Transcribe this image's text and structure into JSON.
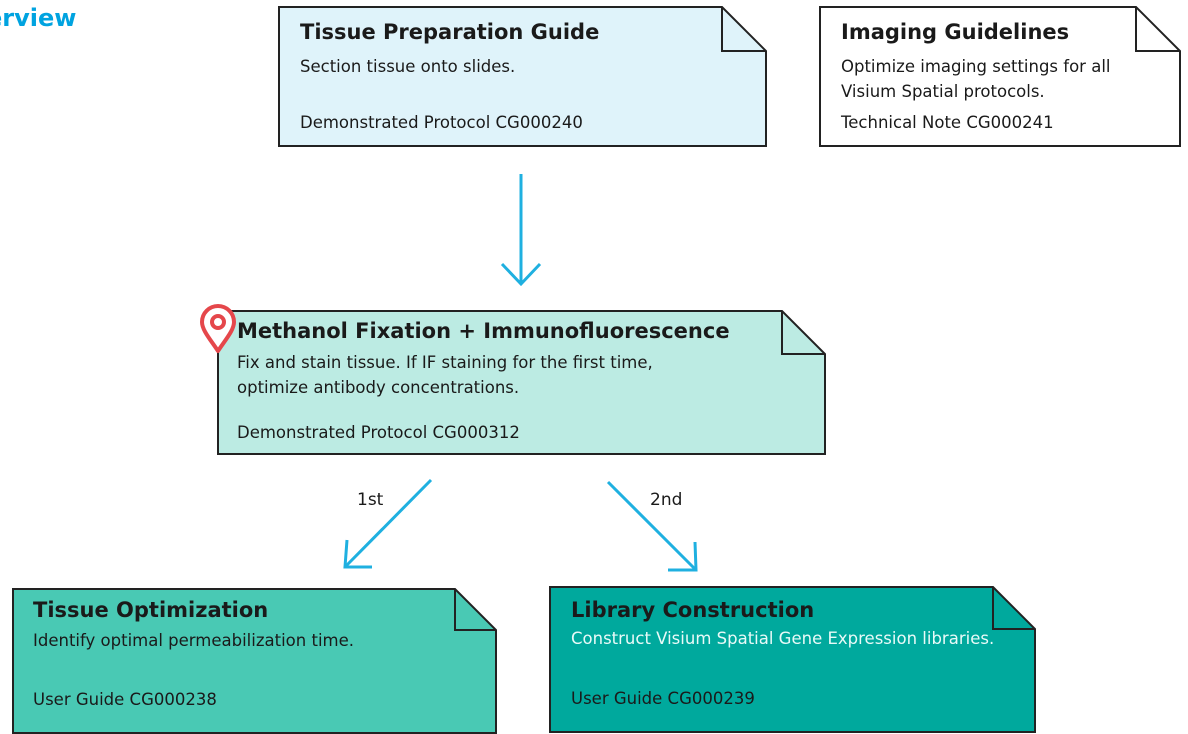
{
  "header": {
    "title": "erview"
  },
  "nodes": {
    "tissue_prep": {
      "title": "Tissue Preparation Guide",
      "description": "Section tissue onto slides.",
      "reference": "Demonstrated Protocol CG000240",
      "fill": "#dff3fa"
    },
    "imaging": {
      "title": "Imaging Guidelines",
      "description": "Optimize imaging settings for all Visium Spatial protocols.",
      "reference": "Technical Note CG000241",
      "fill": "#ffffff"
    },
    "methanol": {
      "title": "Methanol Fixation + Immunofluorescence",
      "description": "Fix and stain tissue. If IF staining for the first time, optimize antibody concentrations.",
      "reference": "Demonstrated Protocol CG000312",
      "fill": "#bcebe3"
    },
    "tissue_opt": {
      "title": "Tissue Optimization",
      "description": "Identify optimal permeabilization time.",
      "reference": "User Guide CG000238",
      "fill": "#49c9b4"
    },
    "library": {
      "title": "Library Construction",
      "description": "Construct Visium Spatial Gene Expression libraries.",
      "reference": "User Guide CG000239",
      "fill": "#00a99d",
      "description_color": "#e8faf8"
    }
  },
  "edges": {
    "first_label": "1st",
    "second_label": "2nd"
  },
  "colors": {
    "accent": "#00a3e0",
    "arrow": "#1fb0e0",
    "pin": "#e5474b",
    "border": "#222222"
  },
  "icons": {
    "location_pin": "map-pin-icon"
  }
}
